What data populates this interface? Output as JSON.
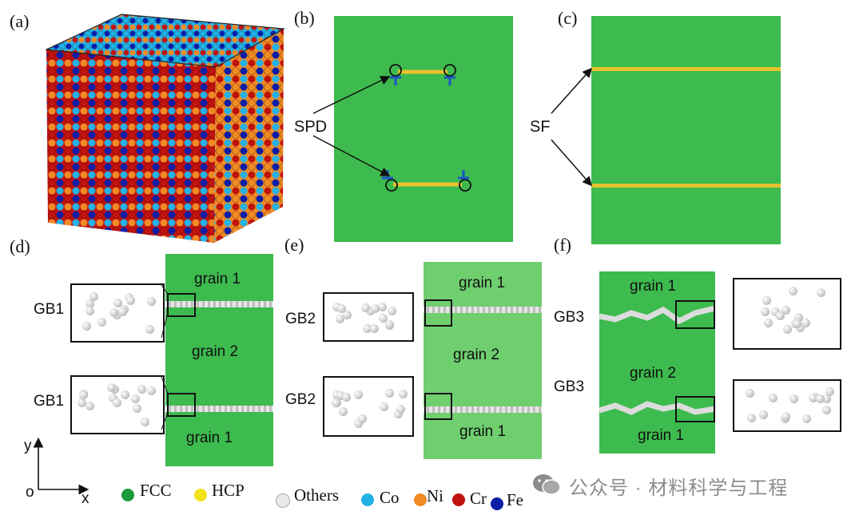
{
  "panels": {
    "a": "(a)",
    "b": "(b)",
    "c": "(c)",
    "d": "(d)",
    "e": "(e)",
    "f": "(f)"
  },
  "callouts": {
    "spd": "SPD",
    "sf": "SF"
  },
  "grains": {
    "d": [
      "grain 1",
      "grain 2",
      "grain 1"
    ],
    "e": [
      "grain 1",
      "grain 2",
      "grain 1"
    ],
    "f": [
      "grain 1",
      "grain 2",
      "grain 1"
    ]
  },
  "gb_labels": {
    "d": [
      "GB1",
      "GB1"
    ],
    "e": [
      "GB2",
      "GB2"
    ],
    "f": [
      "GB3",
      "GB3"
    ]
  },
  "axes": {
    "y": "y",
    "x": "x",
    "origin": "o"
  },
  "legend": [
    {
      "label": "FCC",
      "color": "#1f9a3a"
    },
    {
      "label": "HCP",
      "color": "#f2e21a"
    },
    {
      "label": "Others",
      "color": "#e8e8e8"
    },
    {
      "label": "Co",
      "color": "#22b3e6"
    },
    {
      "label": "Ni",
      "color": "#f08a24"
    },
    {
      "label": "Cr",
      "color": "#c0140f"
    },
    {
      "label": "Fe",
      "color": "#0a1ea8"
    }
  ],
  "watermark": "公众号 · 材料科学与工程",
  "colors": {
    "fcc_green": "#3dbb4e",
    "stacking_fault": "#e6c22e",
    "dislocation": "#1a56c8"
  }
}
